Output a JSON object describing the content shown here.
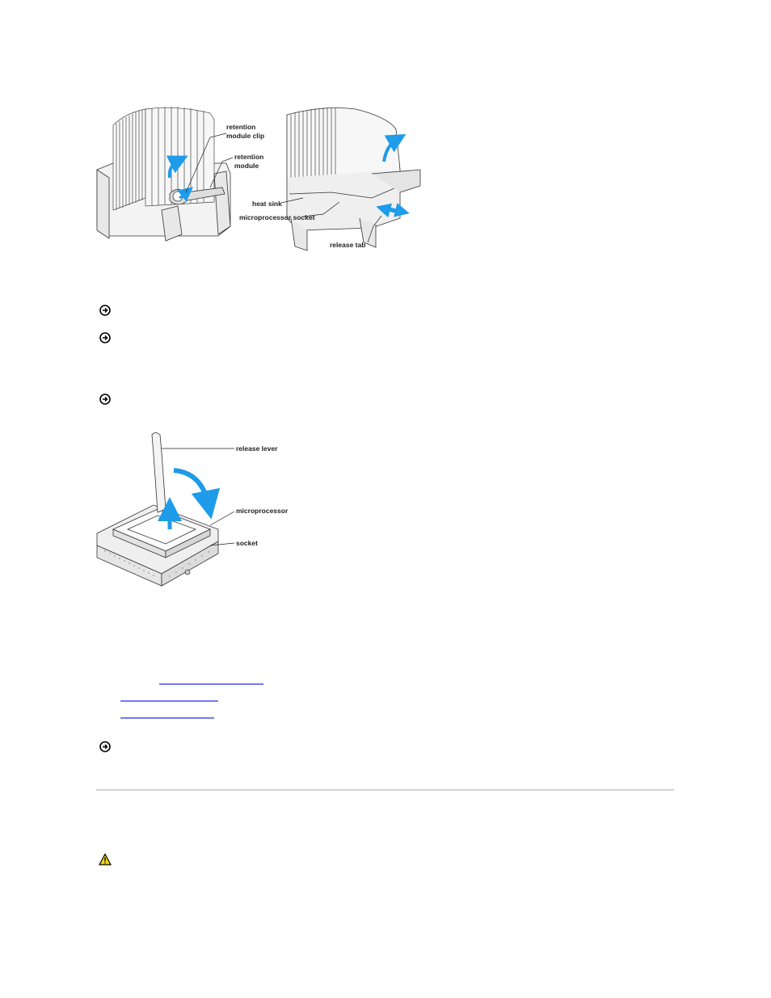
{
  "figures": {
    "heat_sink": {
      "labels": {
        "retention_module_clip": [
          "retention",
          "module clip"
        ],
        "retention_module": [
          "retention",
          "module"
        ],
        "heat_sink": "heat sink",
        "microprocessor_socket": "microprocessor socket",
        "release_tab": "release tab"
      }
    },
    "processor": {
      "labels": {
        "release_lever": "release lever",
        "microprocessor": "microprocessor",
        "socket": "socket"
      }
    }
  },
  "colors": {
    "arrow": "#1e9be9",
    "link": "#0000ee",
    "divider": "#aaaaaa",
    "caution_fill": "#f5d90a"
  },
  "notices": {
    "count_shown": 4,
    "icon": "notice-circle-arrow-icon",
    "caution_icon": "caution-triangle-icon"
  }
}
